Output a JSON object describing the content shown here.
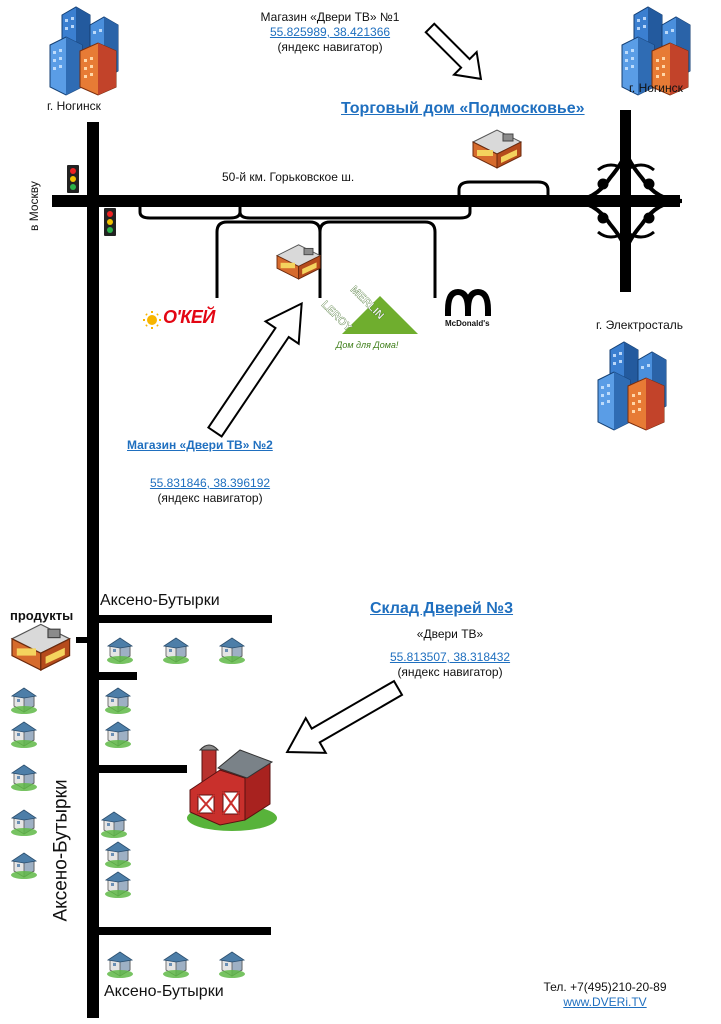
{
  "store1": {
    "title": "Магазин «Двери ТВ» №1",
    "coords": "55.825989, 38.421366",
    "note": "(яндекс навигатор)"
  },
  "store2": {
    "title": "Магазин «Двери ТВ» №2",
    "coords": "55.831846, 38.396192",
    "note": "(яндекс навигатор)"
  },
  "store3": {
    "title": "Склад Дверей №3",
    "subtitle": "«Двери ТВ»",
    "coords": "55.813507, 38.318432",
    "note": "(яндекс навигатор)"
  },
  "trade_house": "Торговый дом «Подмосковье»",
  "cities": {
    "noginsk_left": "г. Ногинск",
    "noginsk_right": "г. Ногинск",
    "elektrostal": "г. Электросталь"
  },
  "roads": {
    "highway": "50-й км. Горьковское ш.",
    "to_moscow": "в Москву",
    "akseno_top": "Аксено-Бутырки",
    "akseno_side": "Аксено-Бутырки",
    "akseno_bottom": "Аксено-Бутырки"
  },
  "landmarks": {
    "okey": "О'КЕЙ",
    "leroy_line1": "LEROY",
    "leroy_line2": "MERLIN",
    "leroy_slogan": "Дом для Дома!",
    "mcdonalds": "McDonald's",
    "groceries": "продукты"
  },
  "contacts": {
    "phone": "Тел. +7(495)210-20-89",
    "site": "www.DVERi.TV"
  },
  "colors": {
    "road": "#000000",
    "link": "#1f6fbf",
    "okey_red": "#e30613",
    "okey_yellow": "#f7b500",
    "leroy_green": "#6fae2e",
    "mcd_black": "#000000",
    "barn_red": "#c0282c",
    "grass": "#58b33a"
  }
}
